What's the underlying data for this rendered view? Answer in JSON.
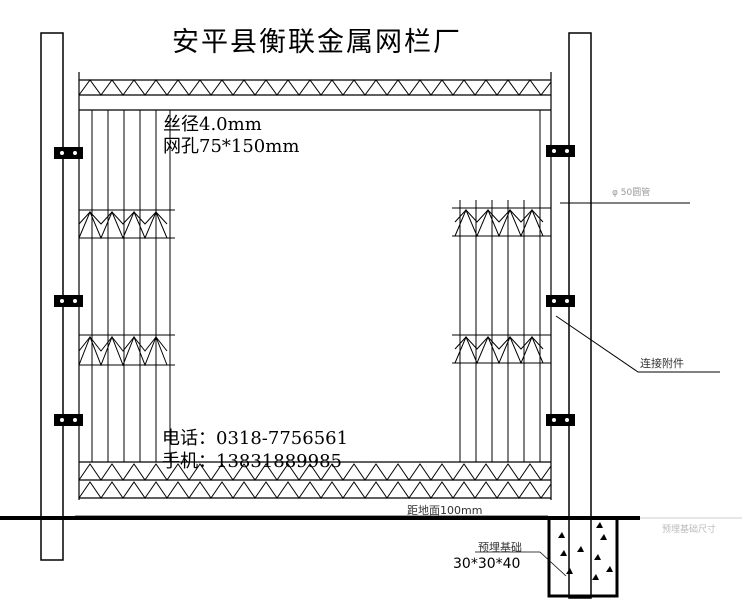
{
  "title": "安平县衡联金属网栏厂",
  "specs": {
    "wire": "丝径4.0mm",
    "mesh": "网孔75*150mm"
  },
  "contact": {
    "phone": "电话：0318-7756561",
    "mobile": "手机：13831889985"
  },
  "labels": {
    "pipe": "φ 50圆管",
    "connector": "连接附件",
    "ground_gap": "距地面100mm",
    "foundation": "预埋基础",
    "foundation_size": "30*30*40",
    "faint_right": "预埋基础尺寸"
  },
  "colors": {
    "line": "#000000",
    "faint": "#cccccc"
  }
}
